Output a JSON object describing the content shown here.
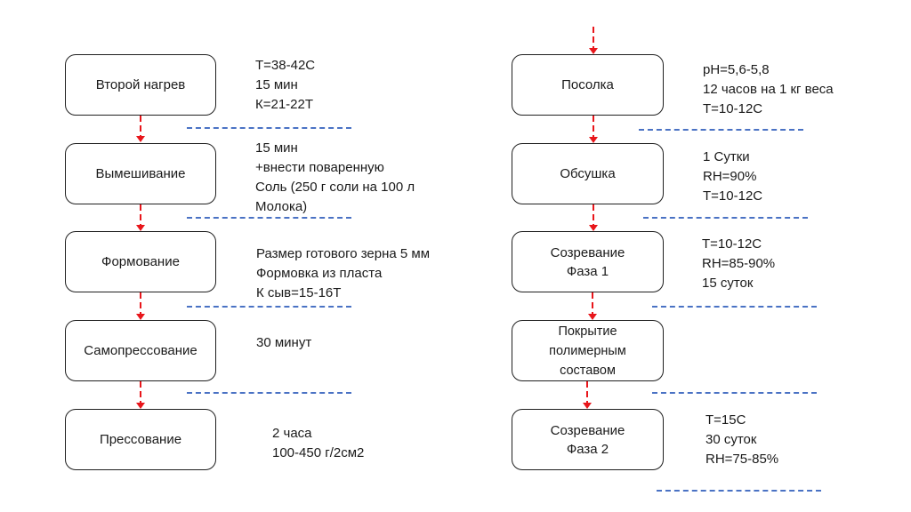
{
  "left_column": {
    "steps": [
      {
        "label": "Второй нагрев",
        "note": "Т=38-42С\n15 мин\nК=21-22Т"
      },
      {
        "label": "Вымешивание",
        "note": "15 мин\n+внести поваренную\nСоль (250 г соли на 100 л\nМолока)"
      },
      {
        "label": "Формование",
        "note": " Размер готового зерна 5 мм\nФормовка из пласта\nК сыв=15-16Т"
      },
      {
        "label": "Самопрессование",
        "note": "30 минут"
      },
      {
        "label": "Прессование",
        "note": "2 часа\n100-450 г/2см2"
      }
    ]
  },
  "right_column": {
    "steps": [
      {
        "label": "Посолка",
        "note": "pH=5,6-5,8\n12 часов на 1 кг веса\nТ=10-12С"
      },
      {
        "label": "Обсушка",
        "note": "1 Сутки\nRH=90%\nТ=10-12С"
      },
      {
        "label": "Созревание\nФаза 1",
        "note": "Т=10-12С\nRH=85-90%\n15 суток"
      },
      {
        "label": "Покрытие\nполимерным\nсоставом",
        "note": ""
      },
      {
        "label": "Созревание\nФаза 2",
        "note": "Т=15С\n30 суток\nRH=75-85%"
      }
    ]
  },
  "colors": {
    "arrow": "#e8161b",
    "separator": "#4a72c4",
    "box_border": "#1f1f1f"
  }
}
